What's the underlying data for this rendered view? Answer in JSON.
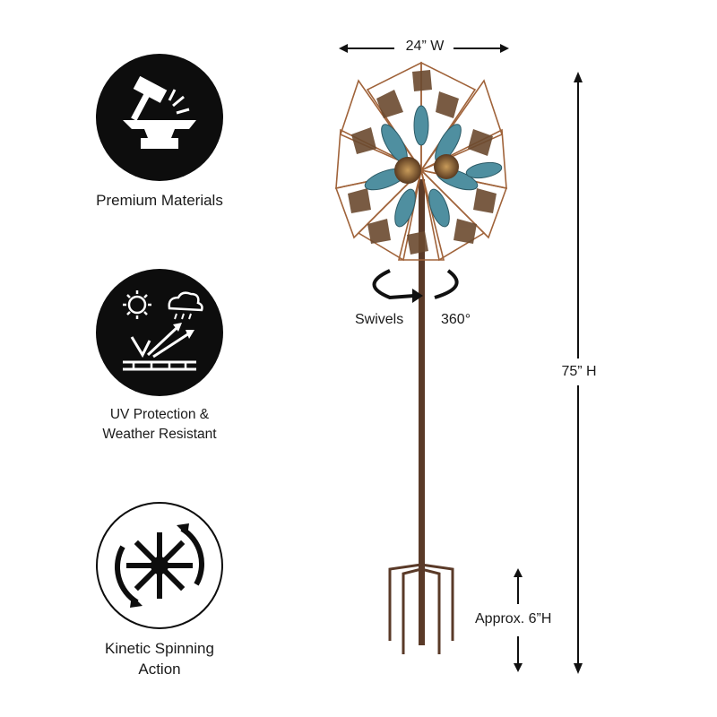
{
  "features": [
    {
      "icon": "anvil-hammer-icon",
      "label": "Premium Materials"
    },
    {
      "icon": "uv-weather-icon",
      "label_line1": "UV Protection &",
      "label_line2": "Weather Resistant"
    },
    {
      "icon": "kinetic-spin-icon",
      "label_line1": "Kinetic Spinning",
      "label_line2": "Action"
    }
  ],
  "product": {
    "width_label": "24” W",
    "height_label": "75” H",
    "swivel_label": "Swivels",
    "swivel_degrees": "360°",
    "stake_label": "Approx. 6”H"
  },
  "colors": {
    "badge": "#0d0d0d",
    "copper": "#8a5a35",
    "patina": "#4f8fa0",
    "stake": "#5a3a28"
  }
}
